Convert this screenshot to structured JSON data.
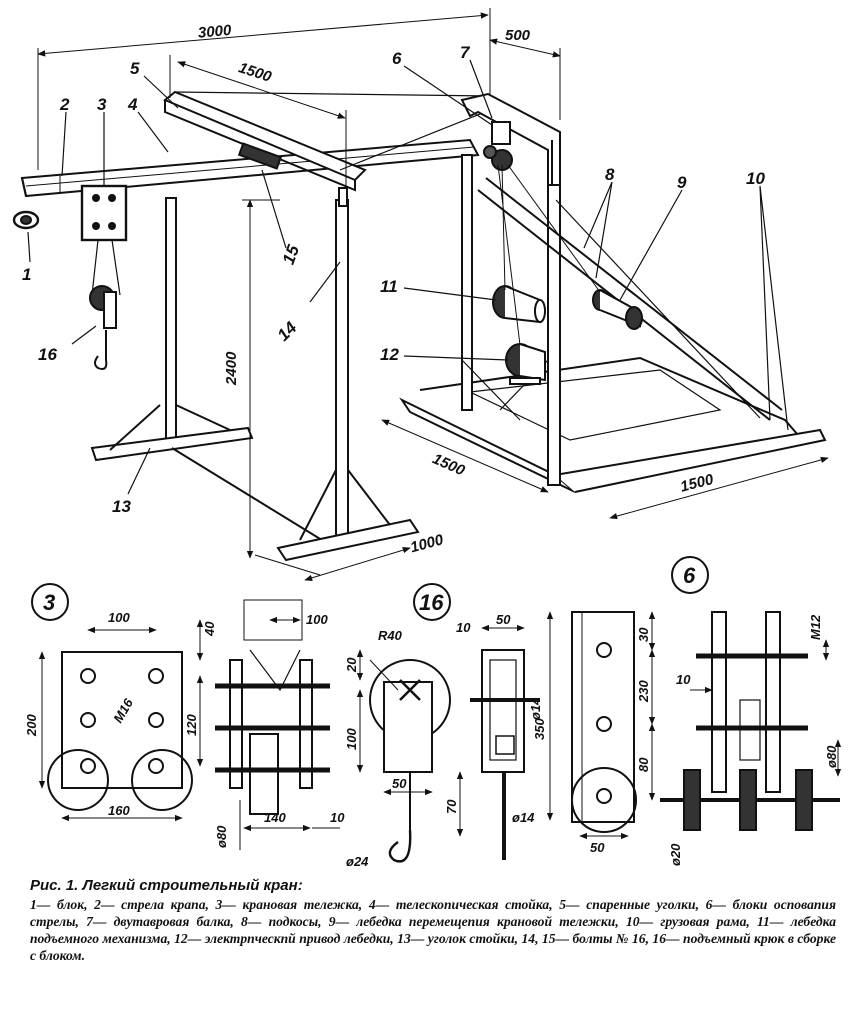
{
  "main_view": {
    "dims": {
      "span_3000": "3000",
      "span_500": "500",
      "span_1500_top": "1500",
      "height_2400": "2400",
      "base_1500_left": "1500",
      "base_1500_right": "1500",
      "base_1000": "1000"
    },
    "callouts": [
      "1",
      "2",
      "3",
      "4",
      "5",
      "6",
      "7",
      "8",
      "9",
      "10",
      "11",
      "12",
      "13",
      "14",
      "15",
      "16"
    ]
  },
  "detail_3": {
    "label": "3",
    "dims": {
      "w100": "100",
      "w100b": "100",
      "h40": "40",
      "h200": "200",
      "h120": "120",
      "w160": "160",
      "w140": "140",
      "w10": "10",
      "d80": "ø80",
      "m16": "M16"
    }
  },
  "detail_16": {
    "label": "16",
    "dims": {
      "r40": "R40",
      "h20": "20",
      "h100": "100",
      "w50": "50",
      "w10": "10",
      "w50b": "50",
      "d14a": "ø14",
      "h70": "70",
      "d14b": "ø14",
      "d24": "ø24"
    }
  },
  "detail_6": {
    "label": "6",
    "dims": {
      "h30": "30",
      "h230": "230",
      "h80": "80",
      "h350": "350",
      "w50": "50",
      "m12": "M12",
      "w10": "10",
      "d80": "ø80",
      "d20": "ø20"
    }
  },
  "caption": {
    "title": "Рис. 1. Легкий строительный кран:",
    "body": "1— блок, 2— стрела крапа, 3— крановая тележка, 4— телескопическая стойка, 5— спаренные уголки, 6— блоки осповапия стрелы, 7— двутавровая балка, 8— подкосы, 9— лебедка перемещепия крановой тележки, 10— грузовая рама, 11— лебедка подъемного механизма, 12— электрпческпй привод лебедки, 13— уголок стойки, 14, 15— болты № 16, 16— подъемный крюк в сборке с блоком."
  }
}
